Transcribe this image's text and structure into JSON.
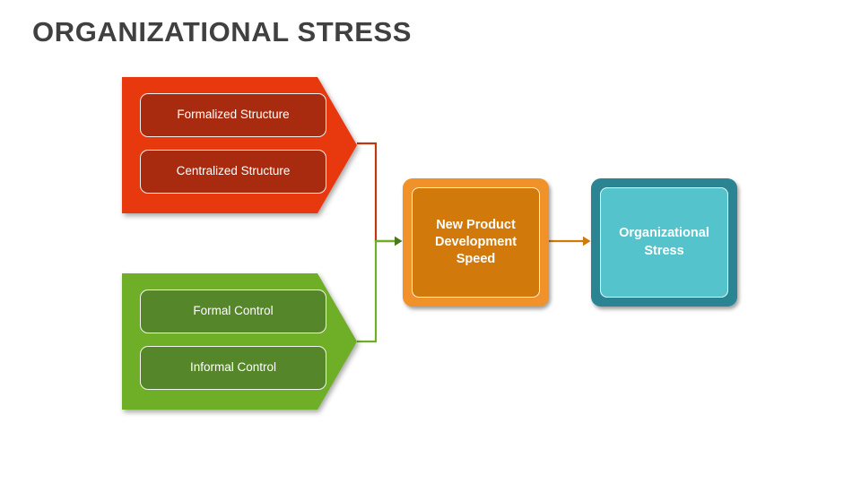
{
  "slide": {
    "title": "ORGANIZATIONAL STRESS",
    "background_color": "#FFFFFF",
    "title_color": "#404040"
  },
  "diagram": {
    "type": "flow-diagram",
    "groups": [
      {
        "name": "structure-group",
        "shape": "chevron",
        "fill_color": "#E8380D",
        "inner_fill_color": "#A92B0F",
        "items": [
          {
            "label": "Formalized Structure"
          },
          {
            "label": "Centralized Structure"
          }
        ]
      },
      {
        "name": "control-group",
        "shape": "chevron",
        "fill_color": "#6EAF27",
        "inner_fill_color": "#56862A",
        "items": [
          {
            "label": "Formal Control"
          },
          {
            "label": "Informal Control"
          }
        ]
      }
    ],
    "nodes": [
      {
        "name": "npd-speed",
        "label": "New Product Development Speed",
        "fill_color": "#F0912A",
        "inner_fill_color": "#D2790B"
      },
      {
        "name": "org-stress",
        "label": "Organizational Stress",
        "fill_color": "#2B8491",
        "inner_fill_color": "#54C3CC"
      }
    ],
    "connectors": [
      {
        "name": "structure-to-npd",
        "color": "#C0380F",
        "arrow": true
      },
      {
        "name": "control-to-npd",
        "color": "#6EAF27",
        "arrow": true
      },
      {
        "name": "npd-to-stress",
        "color": "#D2790B",
        "arrow": true
      }
    ]
  }
}
